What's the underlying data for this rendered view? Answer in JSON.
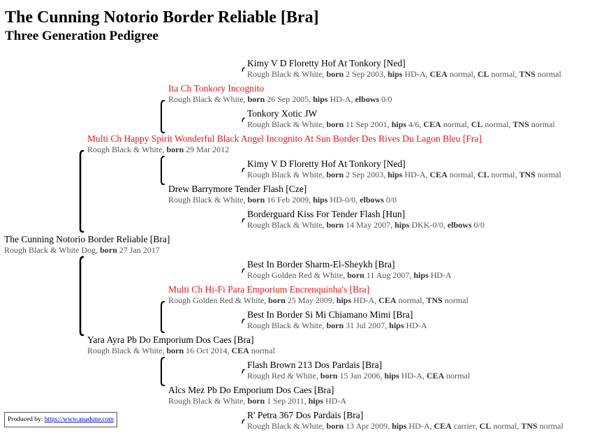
{
  "header": {
    "title": "The Cunning Notorio Border Reliable [Bra]",
    "subtitle": "Three Generation Pedigree"
  },
  "dogs": {
    "subject": {
      "name": "The Cunning Notorio Border Reliable [Bra]",
      "champion": false,
      "details": [
        {
          "t": "Rough Black & White Dog, "
        },
        {
          "b": "born"
        },
        {
          "t": " 27 Jan 2017"
        }
      ]
    },
    "sire": {
      "name": "Multi Ch Happy Spirit Wonderful Black Angel Incognito At Sun Border Des Rives Du Lagon Bleu [Fra]",
      "champion": true,
      "details": [
        {
          "t": "Rough Black & White, "
        },
        {
          "b": "born"
        },
        {
          "t": " 29 Mar 2012"
        }
      ]
    },
    "dam": {
      "name": "Yara Ayra Pb Do Emporium Dos Caes [Bra]",
      "champion": false,
      "details": [
        {
          "t": "Rough Black & White, "
        },
        {
          "b": "born"
        },
        {
          "t": " 16 Oct 2014, "
        },
        {
          "b": "CEA"
        },
        {
          "t": " normal"
        }
      ]
    },
    "ss": {
      "name": "Ita Ch Tonkory Incognito",
      "champion": true,
      "details": [
        {
          "t": "Rough Black & White, "
        },
        {
          "b": "born"
        },
        {
          "t": " 26 Sep 2005, "
        },
        {
          "b": "hips"
        },
        {
          "t": " HD-A, "
        },
        {
          "b": "elbows"
        },
        {
          "t": " 0/0"
        }
      ]
    },
    "sd": {
      "name": "Drew Barrymore Tender Flash [Cze]",
      "champion": false,
      "details": [
        {
          "t": "Rough Black & White, "
        },
        {
          "b": "born"
        },
        {
          "t": " 16 Feb 2009, "
        },
        {
          "b": "hips"
        },
        {
          "t": " HD-0/0, "
        },
        {
          "b": "elbows"
        },
        {
          "t": " 0/0"
        }
      ]
    },
    "ds": {
      "name": "Multi Ch Hi-Fi Para Emporium Encrenquinha's [Bra]",
      "champion": true,
      "details": [
        {
          "t": "Rough Golden Red & White, "
        },
        {
          "b": "born"
        },
        {
          "t": " 25 May 2009, "
        },
        {
          "b": "hips"
        },
        {
          "t": " HD-A, "
        },
        {
          "b": "CEA"
        },
        {
          "t": " normal, "
        },
        {
          "b": "TNS"
        },
        {
          "t": " normal"
        }
      ]
    },
    "dd": {
      "name": "Alcs Mez Pb Do Emporium Dos Caes [Bra]",
      "champion": false,
      "details": [
        {
          "t": "Rough Black & White, "
        },
        {
          "b": "born"
        },
        {
          "t": " 1 Sep 2011, "
        },
        {
          "b": "hips"
        },
        {
          "t": " HD-A"
        }
      ]
    },
    "sss": {
      "name": "Kimy V D Floretty Hof At Tonkory [Ned]",
      "champion": false,
      "details": [
        {
          "t": "Rough Black & White, "
        },
        {
          "b": "born"
        },
        {
          "t": " 2 Sep 2003, "
        },
        {
          "b": "hips"
        },
        {
          "t": " HD-A, "
        },
        {
          "b": "CEA"
        },
        {
          "t": " normal, "
        },
        {
          "b": "CL"
        },
        {
          "t": " normal, "
        },
        {
          "b": "TNS"
        },
        {
          "t": " normal"
        }
      ]
    },
    "ssd": {
      "name": "Tonkory Xotic JW",
      "champion": false,
      "details": [
        {
          "t": "Rough Black & White, "
        },
        {
          "b": "born"
        },
        {
          "t": " 11 Sep 2001, "
        },
        {
          "b": "hips"
        },
        {
          "t": " 4/6, "
        },
        {
          "b": "CEA"
        },
        {
          "t": " normal, "
        },
        {
          "b": "CL"
        },
        {
          "t": " normal, "
        },
        {
          "b": "TNS"
        },
        {
          "t": " normal"
        }
      ]
    },
    "sds": {
      "name": "Kimy V D Floretty Hof At Tonkory [Ned]",
      "champion": false,
      "details": [
        {
          "t": "Rough Black & White, "
        },
        {
          "b": "born"
        },
        {
          "t": " 2 Sep 2003, "
        },
        {
          "b": "hips"
        },
        {
          "t": " HD-A, "
        },
        {
          "b": "CEA"
        },
        {
          "t": " normal, "
        },
        {
          "b": "CL"
        },
        {
          "t": " normal, "
        },
        {
          "b": "TNS"
        },
        {
          "t": " normal"
        }
      ]
    },
    "sdd": {
      "name": "Borderguard Kiss For Tender Flash [Hun]",
      "champion": false,
      "details": [
        {
          "t": "Rough Black & White, "
        },
        {
          "b": "born"
        },
        {
          "t": " 14 May 2007, "
        },
        {
          "b": "hips"
        },
        {
          "t": " DKK-0/0, "
        },
        {
          "b": "elbows"
        },
        {
          "t": " 0/0"
        }
      ]
    },
    "dss": {
      "name": "Best In Border Sharm-El-Sheykh [Bra]",
      "champion": false,
      "details": [
        {
          "t": "Rough Golden Red & White, "
        },
        {
          "b": "born"
        },
        {
          "t": " 11 Aug 2007, "
        },
        {
          "b": "hips"
        },
        {
          "t": " HD-A"
        }
      ]
    },
    "dsd": {
      "name": "Best In Border Si Mi Chiamano Mimi [Bra]",
      "champion": false,
      "details": [
        {
          "t": "Rough Black & White, "
        },
        {
          "b": "born"
        },
        {
          "t": " 31 Jul 2007, "
        },
        {
          "b": "hips"
        },
        {
          "t": " HD-A"
        }
      ]
    },
    "dds": {
      "name": "Flash Brown 213 Dos Pardais [Bra]",
      "champion": false,
      "details": [
        {
          "t": "Rough Red & White, "
        },
        {
          "b": "born"
        },
        {
          "t": " 15 Jan 2006, "
        },
        {
          "b": "hips"
        },
        {
          "t": " HD-A, "
        },
        {
          "b": "CEA"
        },
        {
          "t": " normal"
        }
      ]
    },
    "ddd": {
      "name": "R' Petra 367 Dos Pardais [Bra]",
      "champion": false,
      "details": [
        {
          "t": "Rough Black & White, "
        },
        {
          "b": "born"
        },
        {
          "t": " 13 Apr 2009, "
        },
        {
          "b": "hips"
        },
        {
          "t": " HD-A, "
        },
        {
          "b": "CEA"
        },
        {
          "t": " carrier, "
        },
        {
          "b": "CL"
        },
        {
          "t": " normal, "
        },
        {
          "b": "TNS"
        },
        {
          "t": " normal"
        }
      ]
    }
  },
  "footer": {
    "label": "Produced by:",
    "link_text": "https://www.anadune.com"
  },
  "colors": {
    "champion": "#e8161a",
    "details": "#555555",
    "link": "#0000ee"
  }
}
